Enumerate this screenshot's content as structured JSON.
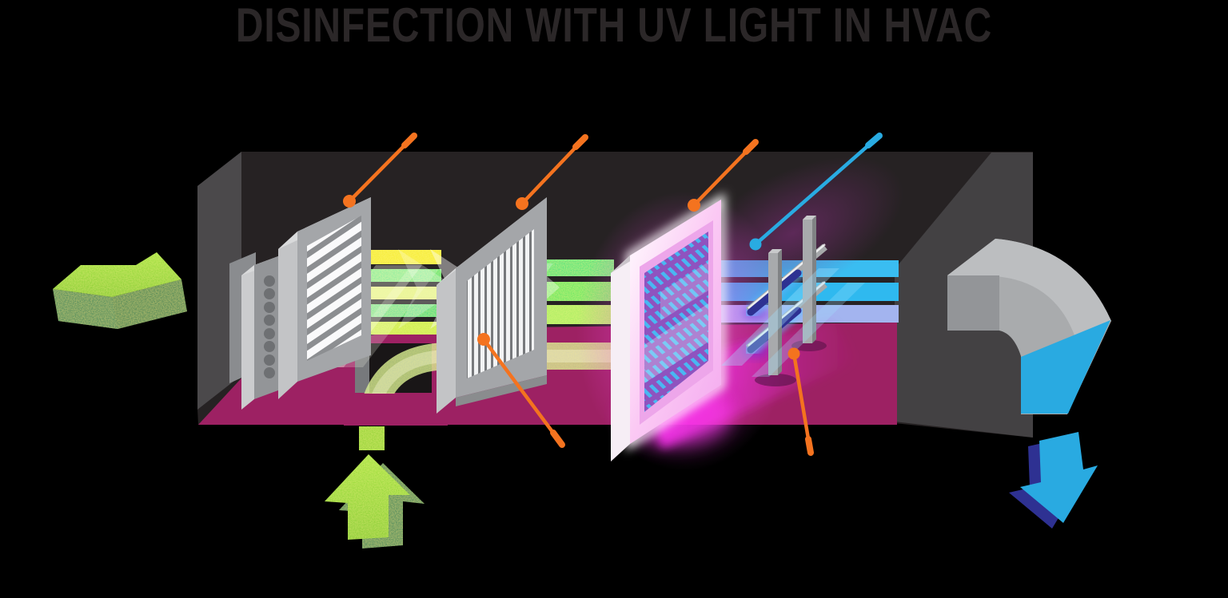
{
  "title": "DISINFECTION WITH UV LIGHT IN HVAC",
  "palette": {
    "background": "#000000",
    "duct_interior": "#262223",
    "duct_left_wall": "#4b494b",
    "duct_right_wall": "#434143",
    "duct_floor": "#9d2163",
    "metal_light": "#a7a9ac",
    "metal_lighter": "#d9dadb",
    "intake_arrow_top": "#8fd931",
    "intake_arrow_side": "#17805a",
    "outlet_arrow": "#29aae1",
    "outlet_arrow_shadow": "#2e3192",
    "callout_orange": "#f4731f",
    "callout_blue": "#29abe2",
    "uv_glow_pink": "#ff3bf2",
    "uv_panel_purple": "#8f53bf",
    "uv_tube_blue": "#49b7f2"
  },
  "airflow_stages": [
    {
      "stage": "intake-dirty-air",
      "colors": [
        "#f7ed2f",
        "#35e57c",
        "#dff283",
        "#16dc85",
        "#c9ee4d"
      ]
    },
    {
      "stage": "after-filters",
      "colors": [
        "#2ee47b",
        "#52e763",
        "#a6ee62"
      ]
    },
    {
      "stage": "after-uv-clean-air",
      "colors": [
        "#3abdf1",
        "#2fb9ef",
        "#a3b4ef"
      ]
    }
  ],
  "components": [
    {
      "id": "intake-arrow-left",
      "type": "airflow-arrow"
    },
    {
      "id": "intake-arrow-bottom",
      "type": "airflow-arrow"
    },
    {
      "id": "louver-prefilter",
      "type": "filter"
    },
    {
      "id": "pleated-filter",
      "type": "filter"
    },
    {
      "id": "uv-lamp-panel",
      "type": "uv-unit"
    },
    {
      "id": "uv-lamp-fixture",
      "type": "uv-unit"
    },
    {
      "id": "outlet-elbow-duct",
      "type": "duct"
    },
    {
      "id": "outlet-arrow-down",
      "type": "airflow-arrow"
    }
  ],
  "callouts": [
    {
      "id": "callout-louver-prefilter",
      "color": "orange"
    },
    {
      "id": "callout-pleated-filter-top",
      "color": "orange"
    },
    {
      "id": "callout-uv-lamp-panel",
      "color": "orange"
    },
    {
      "id": "callout-uv-light-beam",
      "color": "blue"
    },
    {
      "id": "callout-pleated-filter-media",
      "color": "orange"
    },
    {
      "id": "callout-uv-lamp-fixture",
      "color": "orange"
    }
  ]
}
